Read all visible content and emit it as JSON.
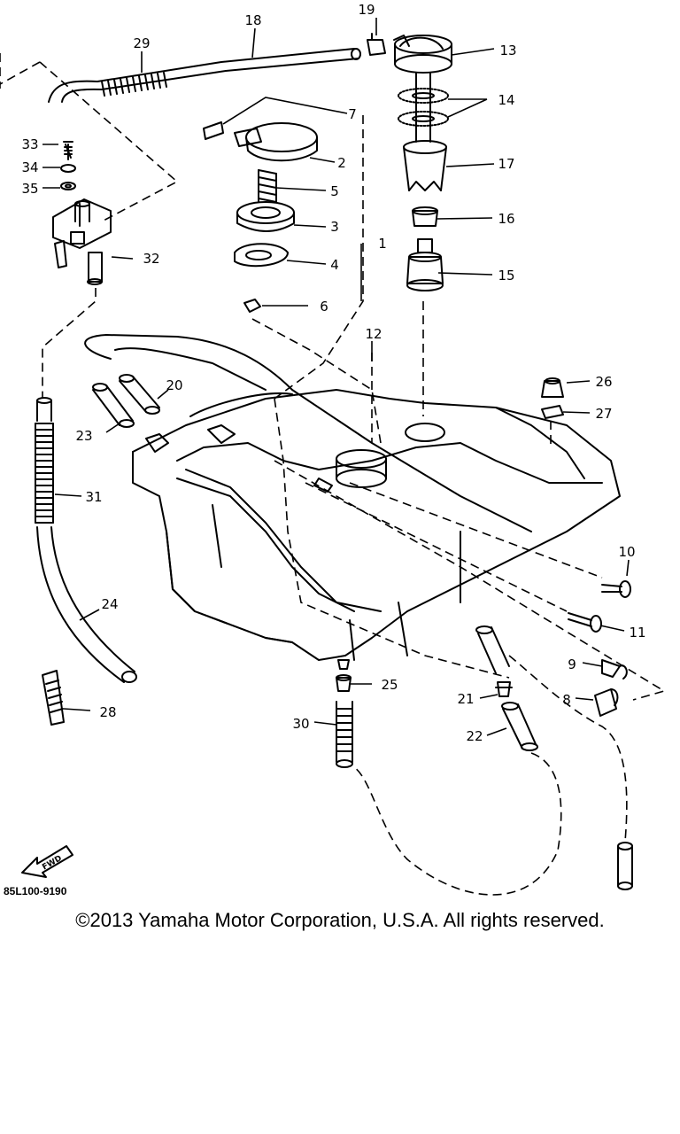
{
  "diagram": {
    "drawing_code": "85L100-9190",
    "fwd_label": "FWD",
    "copyright": "©2013 Yamaha Motor Corporation, U.S.A. All rights reserved.",
    "callouts": {
      "c1": "1",
      "c2": "2",
      "c3": "3",
      "c4": "4",
      "c5": "5",
      "c6": "6",
      "c7": "7",
      "c8": "8",
      "c9": "9",
      "c10": "10",
      "c11": "11",
      "c12": "12",
      "c13": "13",
      "c14": "14",
      "c15": "15",
      "c16": "16",
      "c17": "17",
      "c18": "18",
      "c19": "19",
      "c20": "20",
      "c21": "21",
      "c22": "22",
      "c23": "23",
      "c24": "24",
      "c25": "25",
      "c26": "26",
      "c27": "27",
      "c28": "28",
      "c29": "29",
      "c30": "30",
      "c31": "31",
      "c32": "32",
      "c33": "33",
      "c34": "34",
      "c35": "35"
    }
  }
}
